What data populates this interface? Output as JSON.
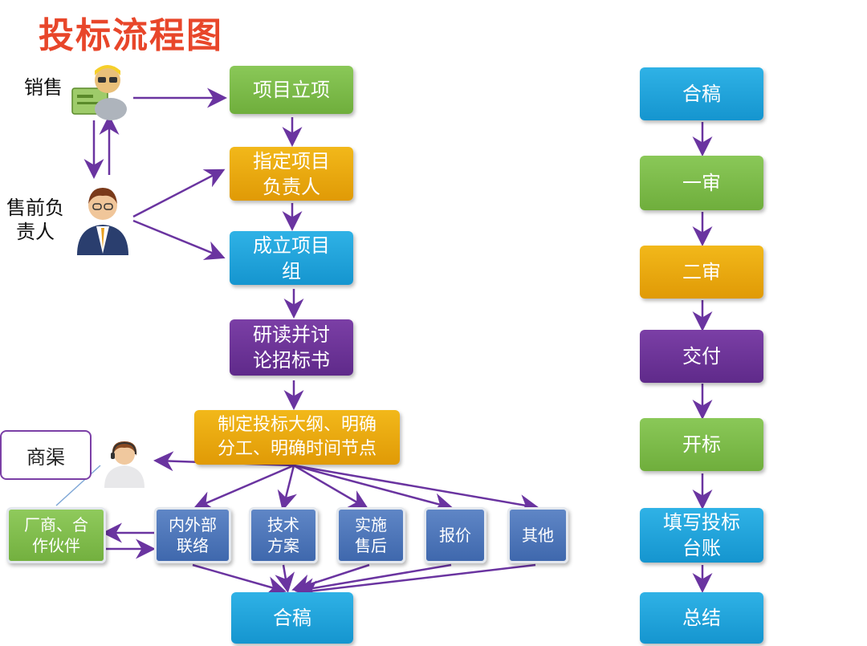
{
  "title": "投标流程图",
  "roles": {
    "sales": "销售",
    "presales": "售前负\n责人"
  },
  "channel": "商渠",
  "left_flow": [
    {
      "text": "项目立项",
      "color": "green"
    },
    {
      "text": "指定项目\n负责人",
      "color": "orange"
    },
    {
      "text": "成立项目\n组",
      "color": "blue"
    },
    {
      "text": "研读并讨\n论招标书",
      "color": "purple"
    },
    {
      "text": "制定投标大纲、明确\n分工、明确时间节点",
      "color": "orange"
    }
  ],
  "work_items": [
    {
      "text": "内外部\n联络"
    },
    {
      "text": "技术\n方案"
    },
    {
      "text": "实施\n售后"
    },
    {
      "text": "报价"
    },
    {
      "text": "其他"
    }
  ],
  "partner": "厂商、合\n作伙伴",
  "left_final": "合稿",
  "right_flow": [
    {
      "text": "合稿",
      "color": "blue"
    },
    {
      "text": "一审",
      "color": "green"
    },
    {
      "text": "二审",
      "color": "orange"
    },
    {
      "text": "交付",
      "color": "purple"
    },
    {
      "text": "开标",
      "color": "green"
    },
    {
      "text": "填写投标\n台账",
      "color": "blue"
    },
    {
      "text": "总结",
      "color": "blue"
    }
  ],
  "colors": {
    "title": "#e8462a",
    "arrow": "#6a34a0",
    "green": "#78b645",
    "orange": "#eeaa0e",
    "blue": "#1da4dc",
    "purple": "#6b3296",
    "steel": "#4a73b6"
  }
}
